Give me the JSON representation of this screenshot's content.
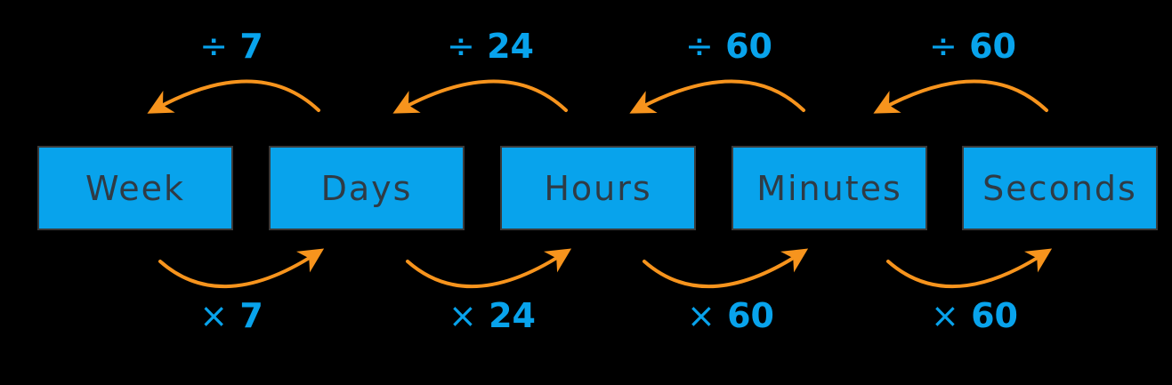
{
  "units": [
    {
      "label": "Week"
    },
    {
      "label": "Days"
    },
    {
      "label": "Hours"
    },
    {
      "label": "Minutes"
    },
    {
      "label": "Seconds"
    }
  ],
  "divide_ops": [
    {
      "symbol": "÷",
      "value": "7"
    },
    {
      "symbol": "÷",
      "value": "24"
    },
    {
      "symbol": "÷",
      "value": "60"
    },
    {
      "symbol": "÷",
      "value": "60"
    }
  ],
  "multiply_ops": [
    {
      "symbol": "×",
      "value": "7"
    },
    {
      "symbol": "×",
      "value": "24"
    },
    {
      "symbol": "×",
      "value": "60"
    },
    {
      "symbol": "×",
      "value": "60"
    }
  ],
  "colors": {
    "box_fill": "#08a3ec",
    "box_border": "#3a3a3a",
    "box_text": "#2f3b45",
    "operation_text": "#08a3ec",
    "arrow": "#f7941d",
    "background": "#000000"
  }
}
